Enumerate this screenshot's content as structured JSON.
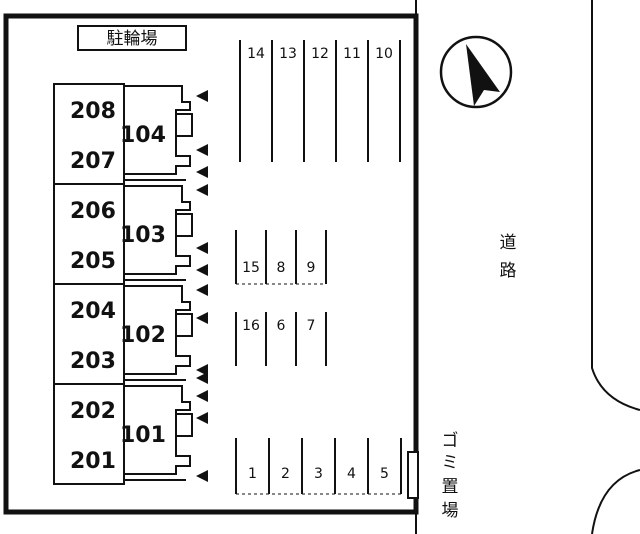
{
  "bicycle_parking": "駐輪場",
  "road": [
    "道",
    "路"
  ],
  "garbage": [
    "ゴ",
    "ミ",
    "置",
    "場"
  ],
  "buildings": [
    {
      "room": "104",
      "upper": "208",
      "lower": "207"
    },
    {
      "room": "103",
      "upper": "206",
      "lower": "205"
    },
    {
      "room": "102",
      "upper": "204",
      "lower": "203"
    },
    {
      "room": "101",
      "upper": "202",
      "lower": "201"
    }
  ],
  "parking_top": [
    "14",
    "13",
    "12",
    "11",
    "10"
  ],
  "parking_mid1": [
    "15",
    "8",
    "9"
  ],
  "parking_mid2": [
    "16",
    "6",
    "7"
  ],
  "parking_bottom": [
    "1",
    "2",
    "3",
    "4",
    "5"
  ],
  "entrance_markers": 13,
  "compass": "north-arrow-icon"
}
